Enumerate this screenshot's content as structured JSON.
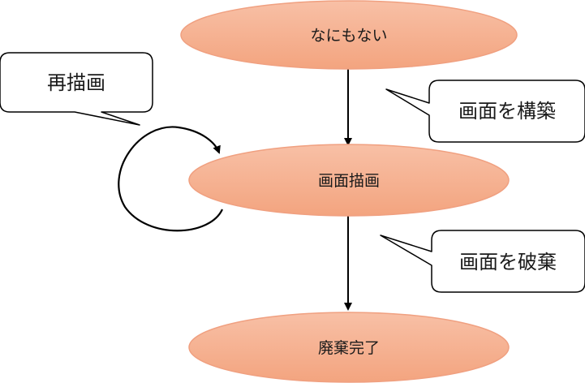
{
  "nodes": {
    "initial": "なにもない",
    "drawing": "画面描画",
    "destroyed": "廃棄完了"
  },
  "callouts": {
    "redraw": "再描画",
    "build": "画面を構築",
    "destroy": "画面を破棄"
  },
  "colors": {
    "node_fill_top": "#f8c0a6",
    "node_fill_bottom": "#f3a47f",
    "node_stroke": "#f0a080",
    "arrow": "#000000",
    "callout_stroke": "#000000",
    "callout_fill": "#ffffff"
  }
}
